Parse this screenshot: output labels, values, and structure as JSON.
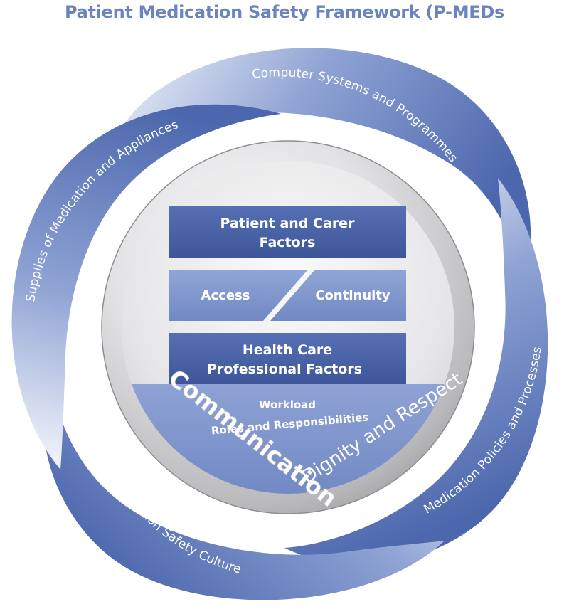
{
  "title": "Patient Medication Safety Framework (P-MEDs",
  "outer_ring": {
    "top": "Computer Systems and Programmes",
    "left": "Supplies of Medication and Appliances",
    "right": "Medication Policies and Processes",
    "bottom": "Medication Safety Culture"
  },
  "core": {
    "patient_carer_line1": "Patient and Carer",
    "patient_carer_line2": "Factors",
    "access": "Access",
    "continuity": "Continuity",
    "hcp_line1": "Health Care",
    "hcp_line2": "Professional Factors",
    "workload": "Workload",
    "roles": "Roles and Responsibilities",
    "communication": "Communication",
    "dignity": "Dignity and Respect"
  },
  "colors": {
    "title": "#6a84bf",
    "swirl_dark": "#4f6bb2",
    "swirl_light": "#dfe5f4",
    "box_dark": "#4a64a8",
    "box_light": "#7f96cc",
    "disc": "#c9c9cb"
  }
}
